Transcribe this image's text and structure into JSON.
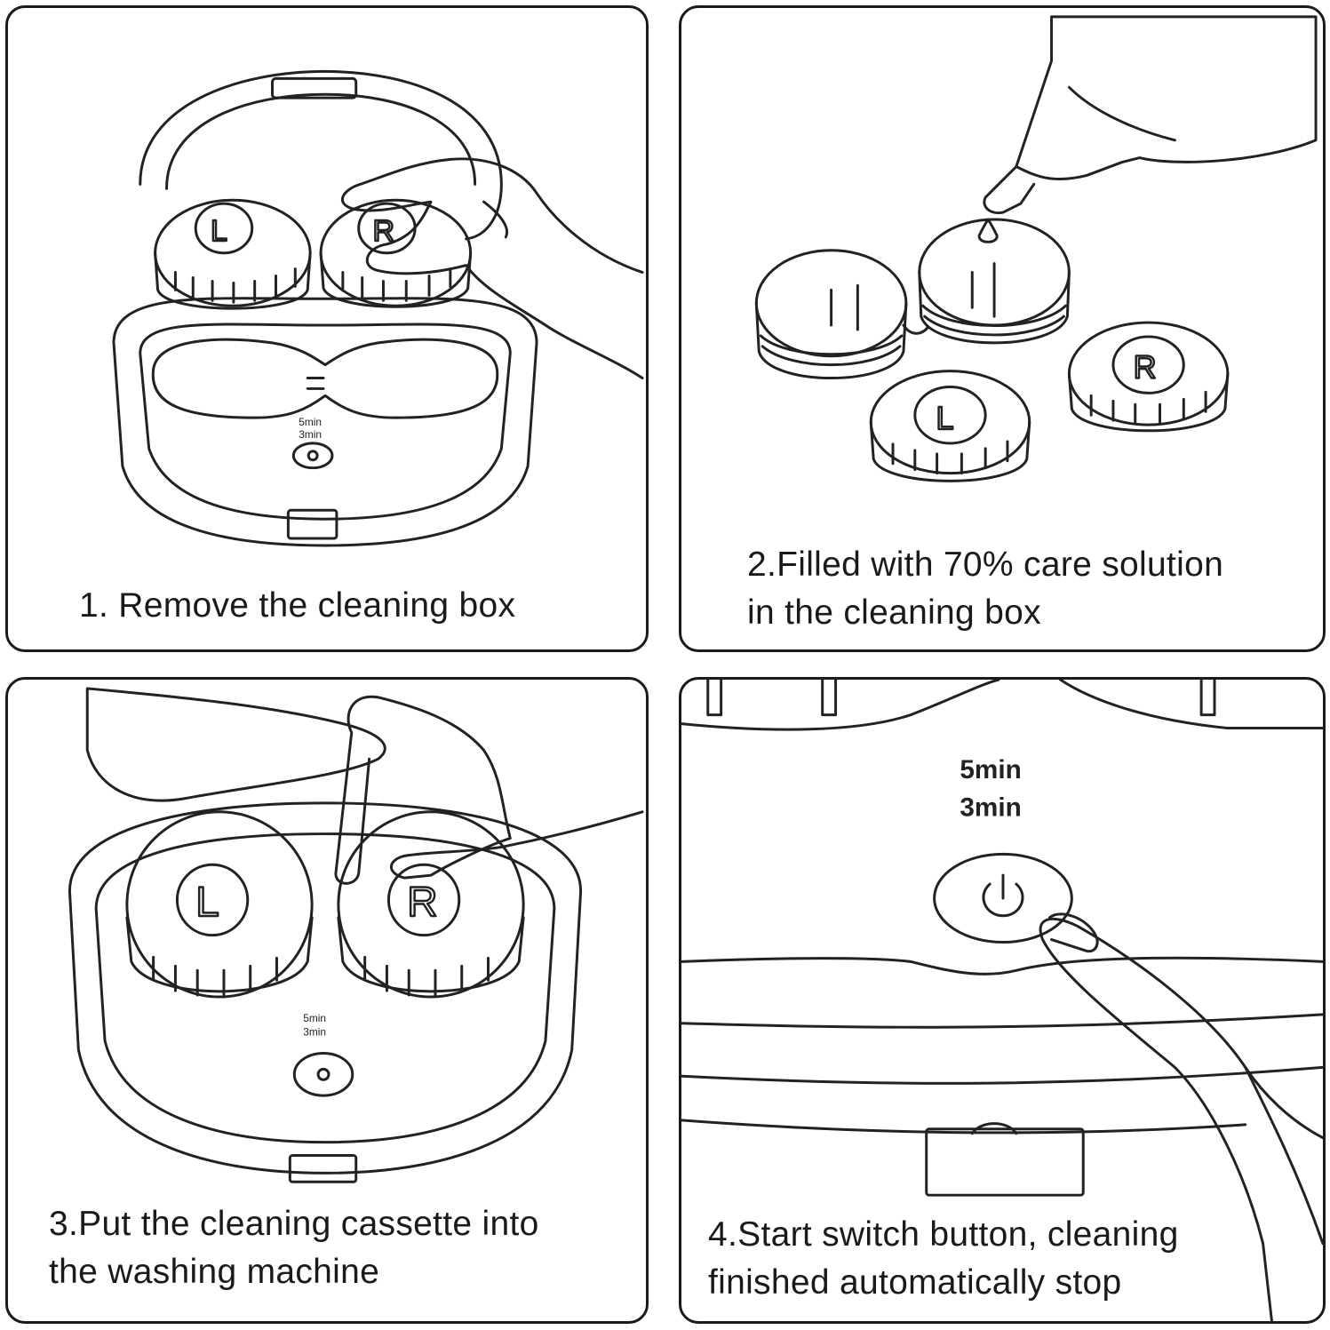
{
  "steps": [
    {
      "lines": [
        "1. Remove the cleaning box"
      ]
    },
    {
      "lines": [
        "2.Filled with 70% care solution",
        "in the cleaning box"
      ]
    },
    {
      "lines": [
        "3.Put the cleaning cassette into",
        "the washing machine"
      ]
    },
    {
      "lines": [
        "4.Start switch button, cleaning",
        "finished automatically stop"
      ]
    }
  ],
  "labels": {
    "left": "L",
    "right": "R",
    "timer_5": "5min",
    "timer_3": "3min"
  },
  "icons": [
    "power-icon",
    "hand-icon",
    "finger-icon",
    "dropper-bottle-icon",
    "drop-icon"
  ]
}
